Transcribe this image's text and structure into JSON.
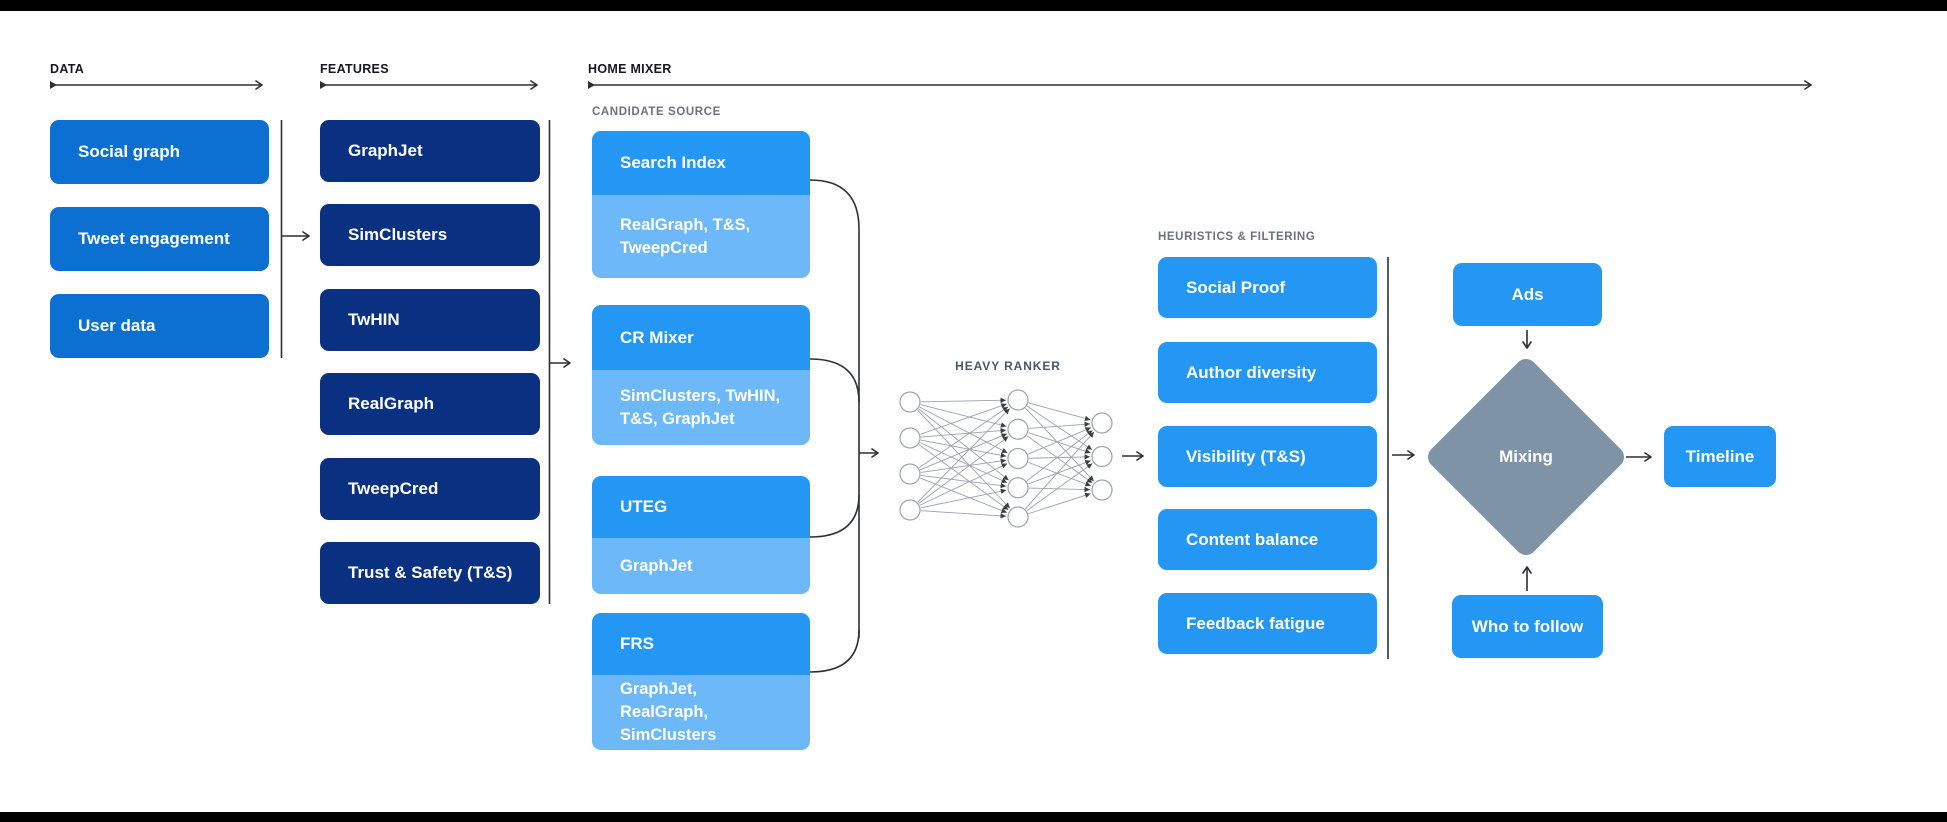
{
  "colors": {
    "data_blue": "#0c70d3",
    "navy": "#0a3181",
    "bright_blue": "#2397f3",
    "light_blue": "#6cb8f8",
    "diamond_gray": "#7e93a6",
    "line_dark": "#2b2f36",
    "network_gray": "#9aa2ab",
    "header_text": "#15191e",
    "section_label": "#68737f",
    "ranker_label": "#46586c"
  },
  "sections": {
    "data": {
      "title": "DATA",
      "items": [
        "Social graph",
        "Tweet engagement",
        "User data"
      ]
    },
    "features": {
      "title": "FEATURES",
      "items": [
        "GraphJet",
        "SimClusters",
        "TwHIN",
        "RealGraph",
        "TweepCred",
        "Trust & Safety (T&S)"
      ]
    },
    "home_mixer": {
      "title": "HOME MIXER",
      "candidate_source": {
        "label": "CANDIDATE SOURCE",
        "items": [
          {
            "name": "Search Index",
            "sources": "RealGraph, T&S, TweepCred"
          },
          {
            "name": "CR Mixer",
            "sources": "SimClusters, TwHIN, T&S, GraphJet"
          },
          {
            "name": "UTEG",
            "sources": "GraphJet"
          },
          {
            "name": "FRS",
            "sources": "GraphJet, RealGraph, SimClusters"
          }
        ]
      },
      "heavy_ranker": {
        "label": "HEAVY RANKER",
        "layers": [
          4,
          5,
          3
        ]
      },
      "heuristics": {
        "label": "HEURISTICS & FILTERING",
        "items": [
          "Social Proof",
          "Author diversity",
          "Visibility (T&S)",
          "Content balance",
          "Feedback fatigue"
        ]
      },
      "mixing": {
        "label": "Mixing",
        "inputs": [
          "Ads",
          "Who to follow"
        ],
        "output": "Timeline"
      }
    }
  }
}
